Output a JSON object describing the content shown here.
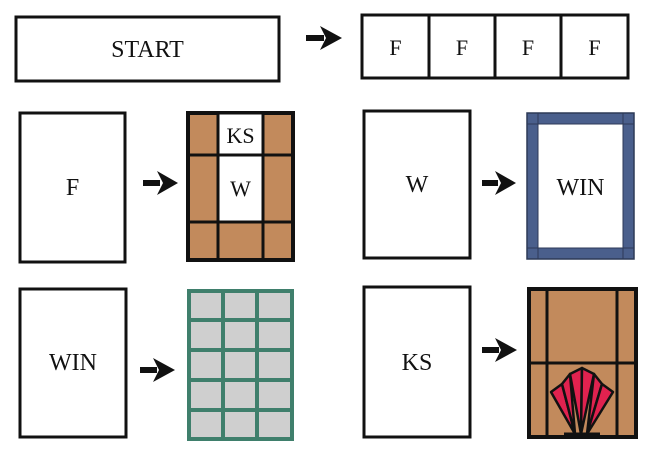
{
  "labels": {
    "start": "START",
    "f_cells": [
      "F",
      "F",
      "F",
      "F"
    ],
    "f": "F",
    "w": "W",
    "win": "WIN",
    "ks": "KS"
  },
  "figures": {
    "f_result": {
      "top_label": "KS",
      "window_label": "W"
    },
    "w_result": {
      "label": "WIN"
    }
  },
  "colors": {
    "outline": "#111111",
    "wood": "#c28a5c",
    "blue_frame": "#4a5f8c",
    "blue_frame_accent": "#3b4d78",
    "green_grid": "#3f7f6c",
    "grey_pane": "#cfcfcf",
    "fan_red": "#e0224f"
  },
  "icons": {
    "arrow": "right-arrow-icon",
    "fan": "fan-ornament-icon"
  }
}
